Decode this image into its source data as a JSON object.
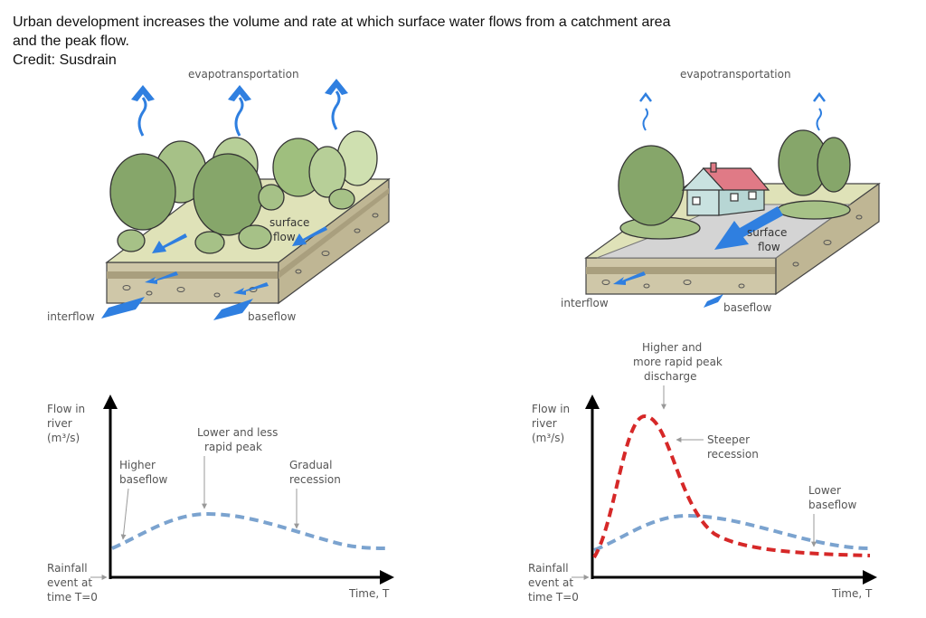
{
  "caption": {
    "line1": "Urban development increases the volume and rate at which surface water flows from a catchment area",
    "line2": "and the peak flow.",
    "line3": "Credit: Susdrain"
  },
  "rural": {
    "evap": "evapotransportation",
    "surface1": "surface",
    "surface2": "flow",
    "interflow": "interflow",
    "baseflow": "baseflow"
  },
  "urban": {
    "evap": "evapotransportation",
    "surface1": "surface",
    "surface2": "flow",
    "interflow": "interflow",
    "baseflow": "baseflow"
  },
  "graph_left": {
    "ylabel1": "Flow in",
    "ylabel2": "river",
    "ylabel3": "(m³/s)",
    "xlabel": "Time, T",
    "rain1": "Rainfall",
    "rain2": "event at",
    "rain3": "time T=0",
    "ann_base1": "Higher",
    "ann_base2": "baseflow",
    "ann_peak1": "Lower and less",
    "ann_peak2": "rapid peak",
    "ann_rec1": "Gradual",
    "ann_rec2": "recession"
  },
  "graph_right": {
    "ylabel1": "Flow in",
    "ylabel2": "river",
    "ylabel3": "(m³/s)",
    "xlabel": "Time, T",
    "rain1": "Rainfall",
    "rain2": "event at",
    "rain3": "time T=0",
    "ann_peak1": "Higher and",
    "ann_peak2": "more rapid peak",
    "ann_peak3": "discharge",
    "ann_rec1": "Steeper",
    "ann_rec2": "recession",
    "ann_low1": "Lower",
    "ann_low2": "baseflow"
  },
  "colors": {
    "blue_arrow": "#2f7fe0",
    "rural_curve": "#7ba3cf",
    "urban_curve": "#d62828",
    "tree": "#86a66a",
    "tree_light": "#b7cf98",
    "ground": "#d9d2b8",
    "paving": "#d4d4d4",
    "roof": "#e07a86",
    "house": "#c9e2e0"
  }
}
